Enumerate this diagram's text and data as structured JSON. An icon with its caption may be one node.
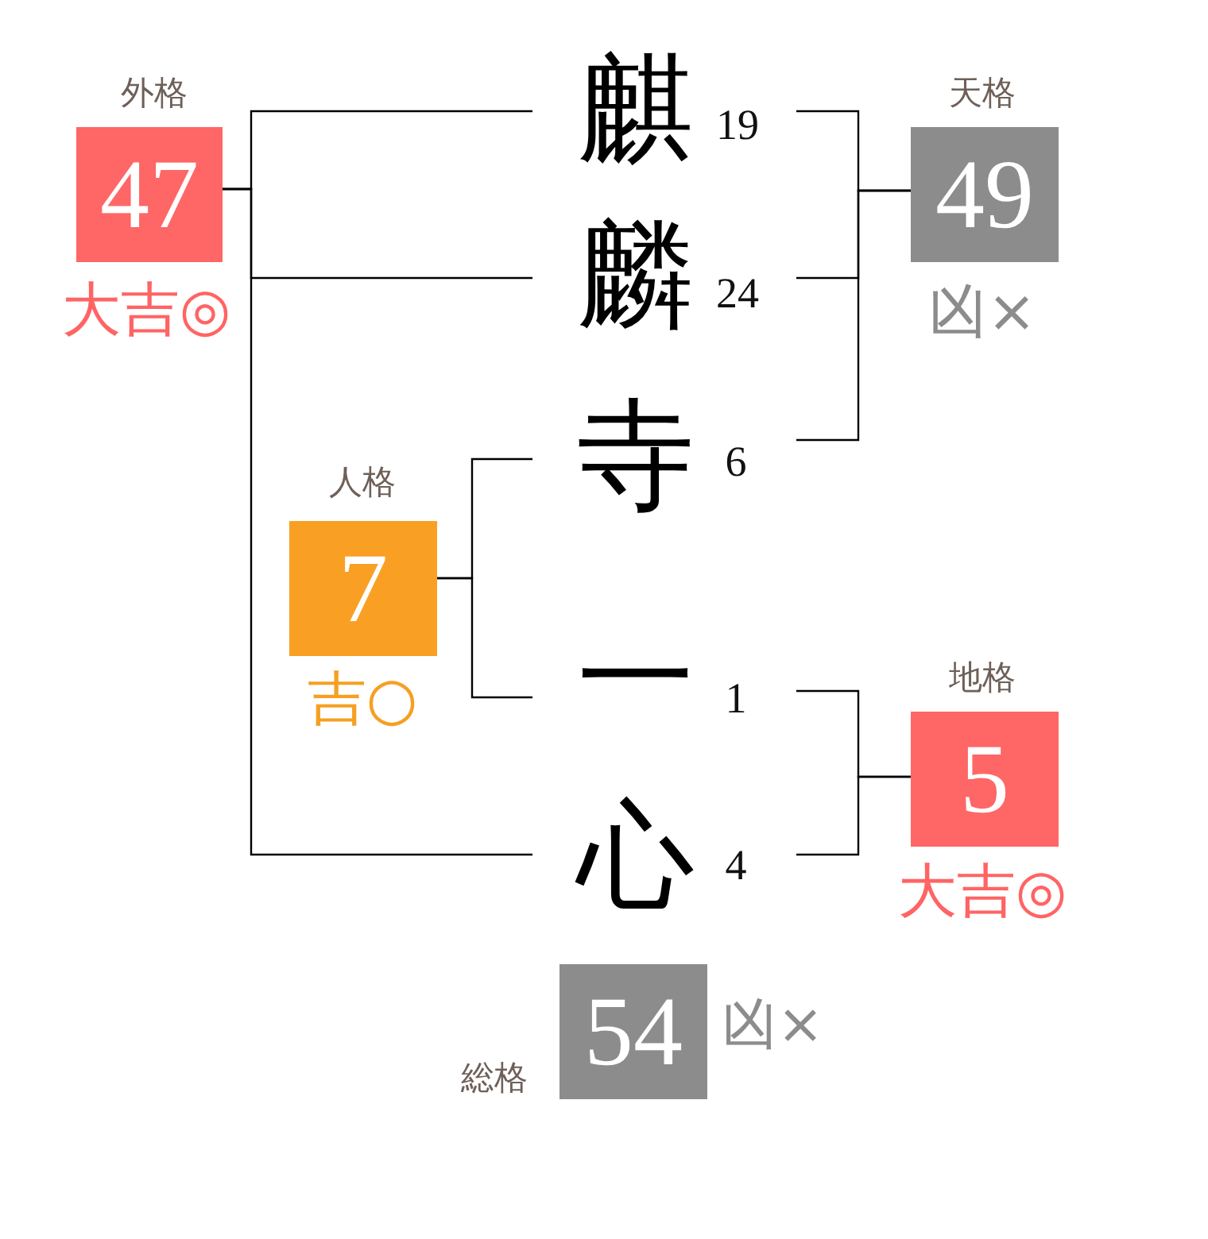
{
  "diagram": {
    "nodes": [
      {
        "text": [
          "外格",
          "47"
        ],
        "beside": [
          "大吉◎"
        ]
      },
      {
        "text": [
          "麒"
        ],
        "beside": [
          "19"
        ]
      },
      {
        "text": [
          "天格",
          "49"
        ],
        "beside": [
          "凶×"
        ]
      },
      {
        "text": [
          "麟"
        ],
        "beside": [
          "24"
        ]
      },
      {
        "text": [
          "寺"
        ],
        "beside": [
          "6"
        ]
      },
      {
        "text": [
          "人格",
          "7"
        ],
        "beside": [
          "吉○"
        ]
      },
      {
        "text": [
          "一"
        ],
        "beside": [
          "1"
        ]
      },
      {
        "text": [
          "地格",
          "5"
        ],
        "beside": [
          "大吉◎"
        ]
      },
      {
        "text": [
          "心"
        ],
        "beside": [
          "4"
        ]
      },
      {
        "text": [
          "総格",
          "54"
        ],
        "beside": [
          "凶×"
        ]
      }
    ],
    "edges": [
      {
        "from": 1,
        "to": 0,
        "arrow": "none"
      },
      {
        "from": 3,
        "to": 0,
        "arrow": "none"
      },
      {
        "from": 8,
        "to": 0,
        "arrow": "none"
      },
      {
        "from": 1,
        "to": 2,
        "arrow": "none"
      },
      {
        "from": 3,
        "to": 2,
        "arrow": "none"
      },
      {
        "from": 4,
        "to": 2,
        "arrow": "none"
      },
      {
        "from": 4,
        "to": 5,
        "arrow": "none"
      },
      {
        "from": 6,
        "to": 5,
        "arrow": "none"
      },
      {
        "from": 6,
        "to": 7,
        "arrow": "none"
      },
      {
        "from": 8,
        "to": 7,
        "arrow": "none"
      }
    ]
  }
}
